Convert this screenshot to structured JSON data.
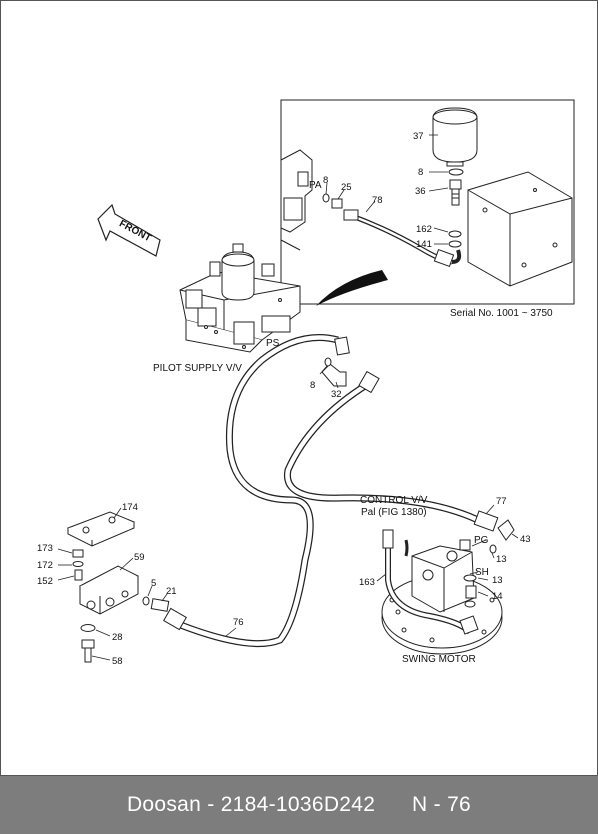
{
  "labels": {
    "front": "FRONT",
    "pilot_supply": "PILOT SUPPLY V/V",
    "control_valve_line1": "CONTROL V/V",
    "control_valve_line2": "Pal (FIG 1380)",
    "swing_motor": "SWING MOTOR",
    "serial": "Serial No. 1001 ~ 3750",
    "ps": "PS",
    "pa": "PA",
    "pg": "PG",
    "sh": "SH"
  },
  "callouts": {
    "c37": "37",
    "c8a": "8",
    "c36": "36",
    "c8b": "8",
    "c25": "25",
    "c78": "78",
    "c162": "162",
    "c141": "141",
    "c8c": "8",
    "c32": "32",
    "c174": "174",
    "c173": "173",
    "c172": "172",
    "c152": "152",
    "c59": "59",
    "c5": "5",
    "c21": "21",
    "c28": "28",
    "c58": "58",
    "c76": "76",
    "c77": "77",
    "c43": "43",
    "c13a": "13",
    "c163": "163",
    "c13b": "13",
    "c14": "14"
  },
  "footer": {
    "brand": "Doosan",
    "part_number": "2184-1036D242",
    "page": "N - 76"
  }
}
